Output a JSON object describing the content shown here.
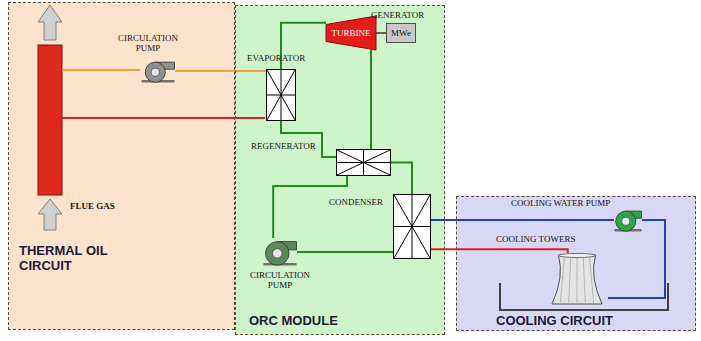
{
  "diagram": {
    "nodes": [
      {
        "text": [
          "THERMAL OIL CIRCUIT"
        ]
      },
      {
        "text": [
          "CIRCULATION PUMP"
        ],
        "in": 0
      },
      {
        "text": [
          "ORC MODULE"
        ]
      },
      {
        "text": [
          "EVAPORATOR"
        ],
        "in": 2
      },
      {
        "text": [
          "TURBINE"
        ],
        "in": 2
      },
      {
        "text": [
          "GENERATOR",
          "MWe"
        ],
        "in": 2
      },
      {
        "text": [
          "REGENERATOR"
        ],
        "in": 2
      },
      {
        "text": [
          "CONDENSER"
        ],
        "in": 2
      },
      {
        "text": [
          "CIRCULATION PUMP"
        ],
        "in": 2
      },
      {
        "text": [
          "COOLING CIRCUIT"
        ]
      },
      {
        "text": [
          "COOLING WATER PUMP"
        ],
        "in": 9
      },
      {
        "text": [
          "COOLING TOWERS"
        ],
        "in": 9
      }
    ],
    "edges": [
      {
        "from": 1,
        "to": 3,
        "arrow": "none"
      },
      {
        "from": 3,
        "to": 4,
        "arrow": "none"
      },
      {
        "from": 4,
        "to": 5,
        "arrow": "none"
      },
      {
        "from": 4,
        "to": 6,
        "arrow": "none"
      },
      {
        "from": 6,
        "to": 7,
        "arrow": "none"
      },
      {
        "from": 7,
        "to": 8,
        "arrow": "none"
      },
      {
        "from": 8,
        "to": 6,
        "arrow": "none"
      },
      {
        "from": 6,
        "to": 3,
        "arrow": "none"
      },
      {
        "from": 7,
        "to": 10,
        "arrow": "none"
      },
      {
        "from": 7,
        "to": 11,
        "arrow": "none"
      },
      {
        "from": 11,
        "to": 10,
        "arrow": "none"
      }
    ],
    "labels": [
      "FLUE GAS"
    ]
  }
}
